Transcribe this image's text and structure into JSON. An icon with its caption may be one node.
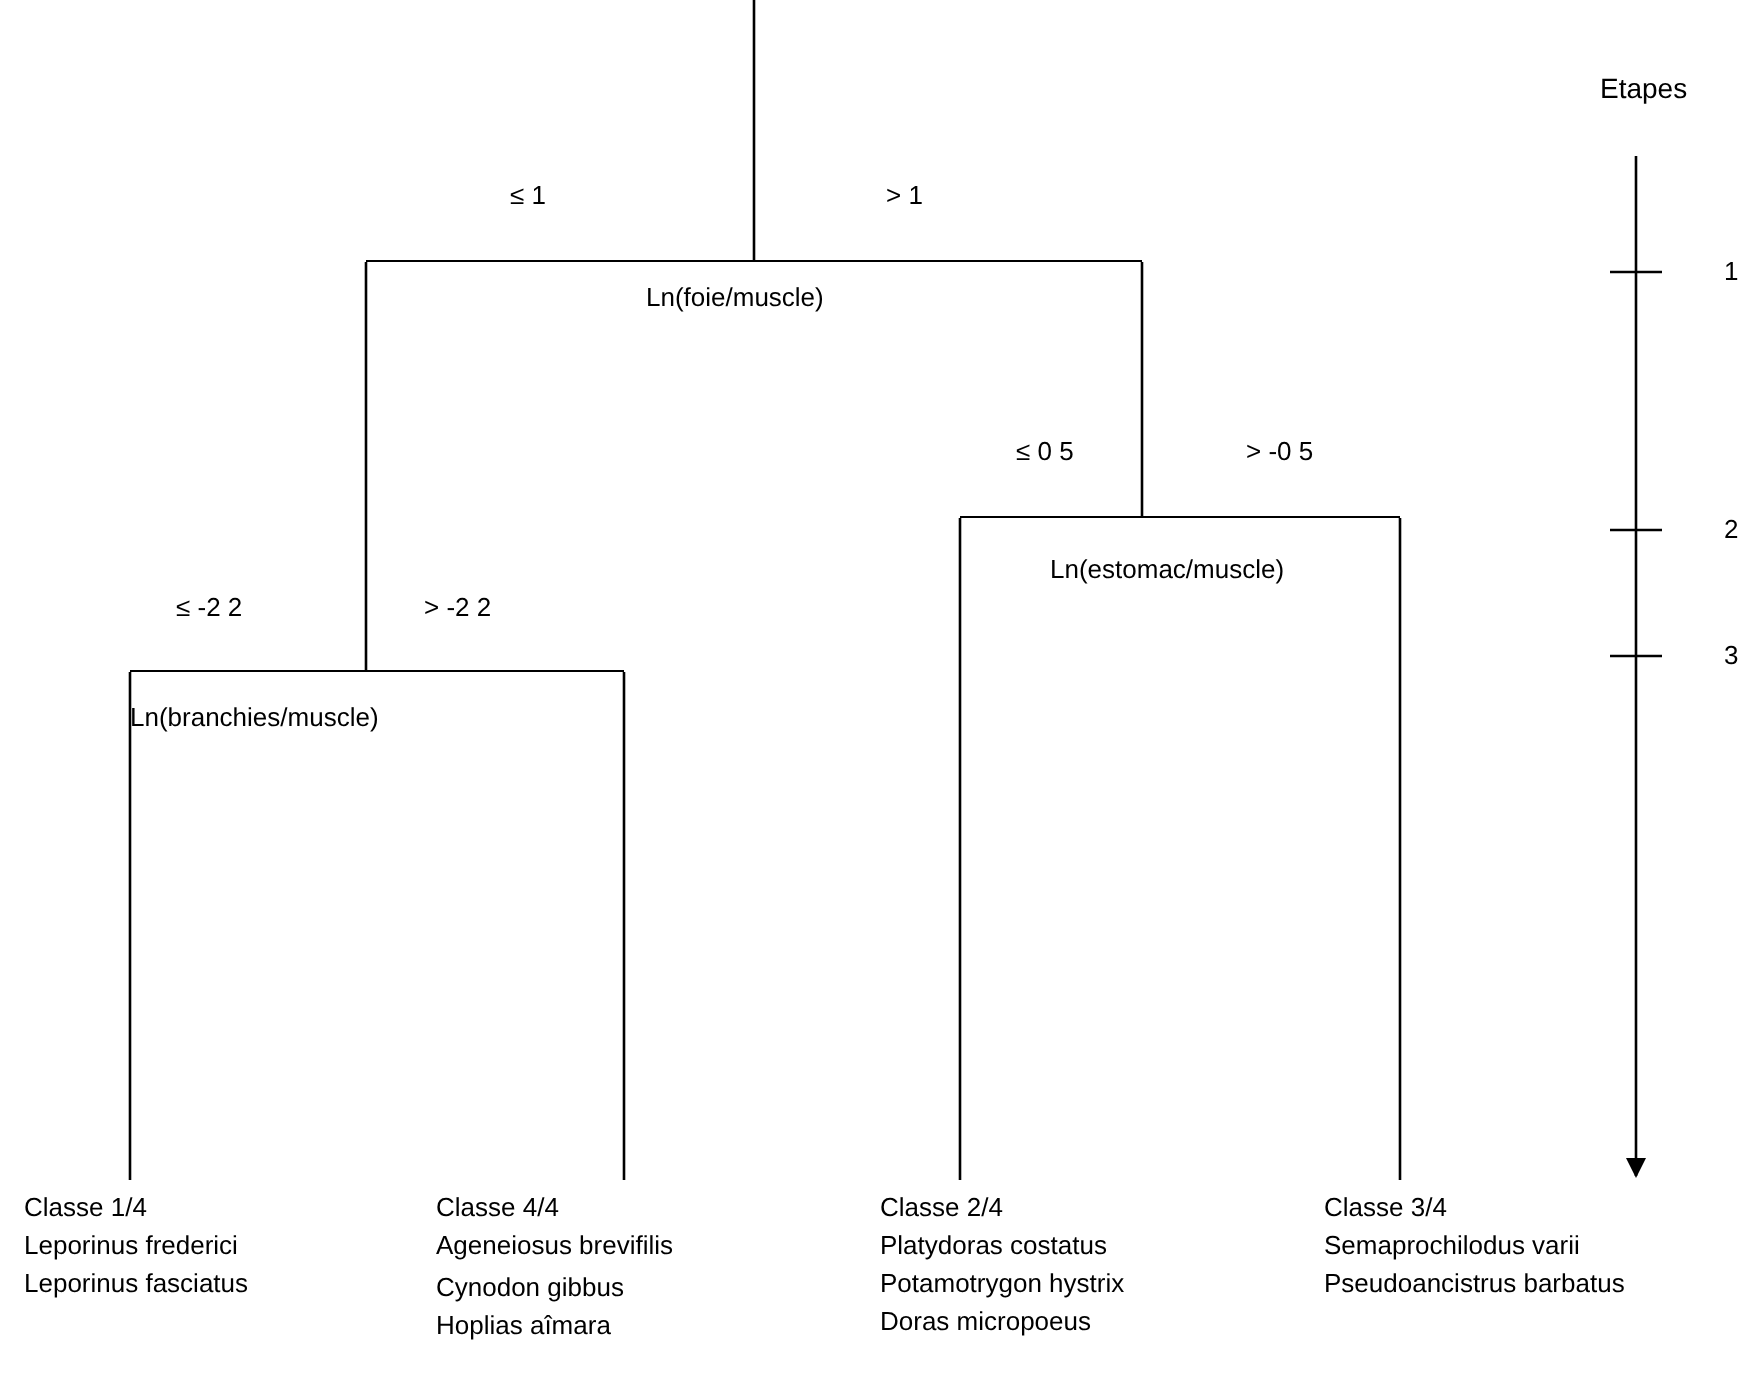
{
  "diagram": {
    "nodes": [
      {
        "text": [
          "Ln(foie/muscle)"
        ]
      },
      {
        "text": [
          "Ln(branchies/muscle)"
        ]
      },
      {
        "text": [
          "Ln(estomac/muscle)"
        ]
      },
      {
        "text": [
          "Classe 1/4",
          "Leporinus frederici",
          "Leporinus fasciatus"
        ]
      },
      {
        "text": [
          "Classe 4/4",
          "Ageneiosus brevifilis",
          "Cynodon gibbus",
          "Hoplias aîmara"
        ]
      },
      {
        "text": [
          "Classe 2/4",
          "Platydoras costatus",
          "Potamotrygon hystrix",
          "Doras micropoeus"
        ]
      },
      {
        "text": [
          "Classe 3/4",
          "Semaprochilodus varii",
          "Pseudoancistrus barbatus"
        ]
      }
    ],
    "edges": [
      {
        "from": null,
        "to": 0,
        "arrow": "none"
      },
      {
        "from": 0,
        "to": 1,
        "arrow": "none"
      },
      {
        "from": 0,
        "to": 2,
        "arrow": "none"
      },
      {
        "from": 1,
        "to": 3,
        "arrow": "none"
      },
      {
        "from": 1,
        "to": 4,
        "arrow": "none"
      },
      {
        "from": 2,
        "to": 5,
        "arrow": "none"
      },
      {
        "from": 2,
        "to": 6,
        "arrow": "none"
      }
    ],
    "labels": [
      "Etapes",
      "≤ 1",
      "> 1",
      "1",
      "≤ 0 5",
      "> -0 5",
      "2",
      "≤  -2 2",
      "> -2 2",
      "3"
    ]
  }
}
